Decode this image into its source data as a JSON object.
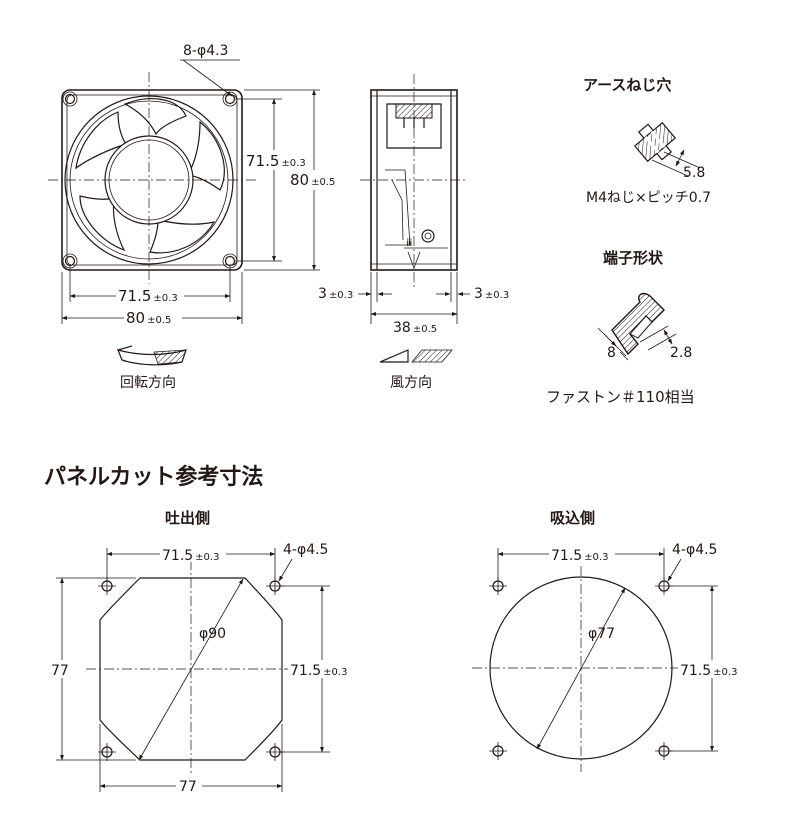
{
  "front_view": {
    "hole_spec": "8-φ4.3",
    "dim_inner_h": "71.5",
    "dim_inner_h_tol": "±0.3",
    "dim_outer_h": "80",
    "dim_outer_h_tol": "±0.5",
    "dim_inner_w": "71.5",
    "dim_inner_w_tol": "±0.3",
    "dim_outer_w": "80",
    "dim_outer_w_tol": "±0.5",
    "rotation_label": "回転方向"
  },
  "side_view": {
    "flange_left": "3",
    "flange_left_tol": "±0.3",
    "flange_right": "3",
    "flange_right_tol": "±0.3",
    "depth": "38",
    "depth_tol": "±0.5",
    "airflow_label": "風方向"
  },
  "earth_hole": {
    "title": "アースねじ穴",
    "dim": "5.8",
    "spec": "M4ねじ×ピッチ0.7"
  },
  "terminal": {
    "title": "端子形状",
    "dim_a": "8",
    "dim_b": "2.8",
    "spec": "ファストン＃110相当"
  },
  "panel_cut": {
    "title": "パネルカット参考寸法",
    "exhaust": {
      "title": "吐出側",
      "pitch_top": "71.5",
      "pitch_top_tol": "±0.3",
      "holes": "4-φ4.5",
      "diameter": "φ90",
      "pitch_right": "71.5",
      "pitch_right_tol": "±0.3",
      "height": "77",
      "width": "77"
    },
    "intake": {
      "title": "吸込側",
      "pitch_top": "71.5",
      "pitch_top_tol": "±0.3",
      "holes": "4-φ4.5",
      "diameter": "φ77",
      "pitch_right": "71.5",
      "pitch_right_tol": "±0.3"
    }
  }
}
